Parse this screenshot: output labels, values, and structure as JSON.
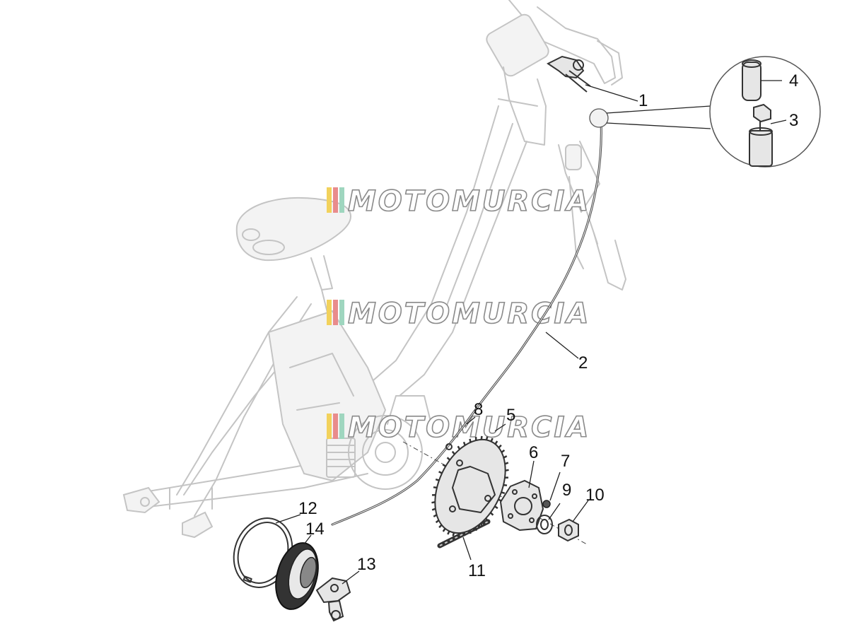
{
  "diagram": {
    "callouts": [
      "1",
      "2",
      "3",
      "4",
      "5",
      "6",
      "7",
      "8",
      "9",
      "10",
      "11",
      "12",
      "13",
      "14"
    ],
    "watermark": {
      "text": "MOTOMURCIA",
      "stripe_colors": [
        "#f2d25c",
        "#e98c8c",
        "#9fd6bf"
      ]
    }
  }
}
